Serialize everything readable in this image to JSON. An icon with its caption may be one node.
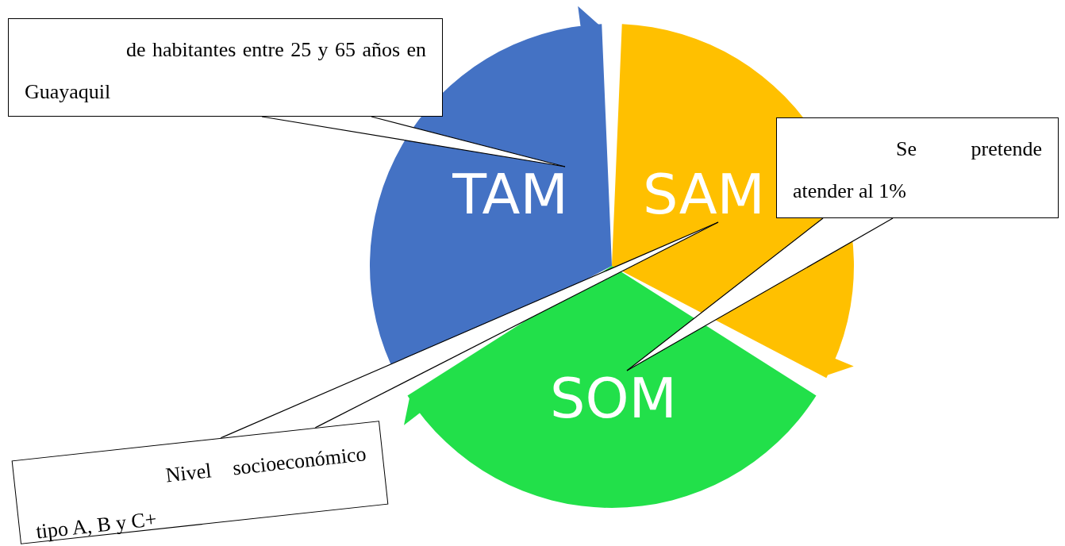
{
  "diagram": {
    "nodes": [
      {
        "text": [
          "TAM"
        ]
      },
      {
        "text": [
          "SAM"
        ]
      },
      {
        "text": [
          "SOM"
        ]
      },
      {
        "text": [
          "de habitantes entre 25 y 65 años en Guayaquil"
        ]
      },
      {
        "text": [
          "Se pretende atender al 1%"
        ]
      },
      {
        "text": [
          "Nivel socioeconómico tipo A, B y C+"
        ]
      }
    ],
    "edges": [
      {
        "from": 3,
        "to": 0,
        "arrow": "none"
      },
      {
        "from": 4,
        "to": 2,
        "arrow": "none"
      },
      {
        "from": 5,
        "to": 1,
        "arrow": "none"
      }
    ]
  }
}
